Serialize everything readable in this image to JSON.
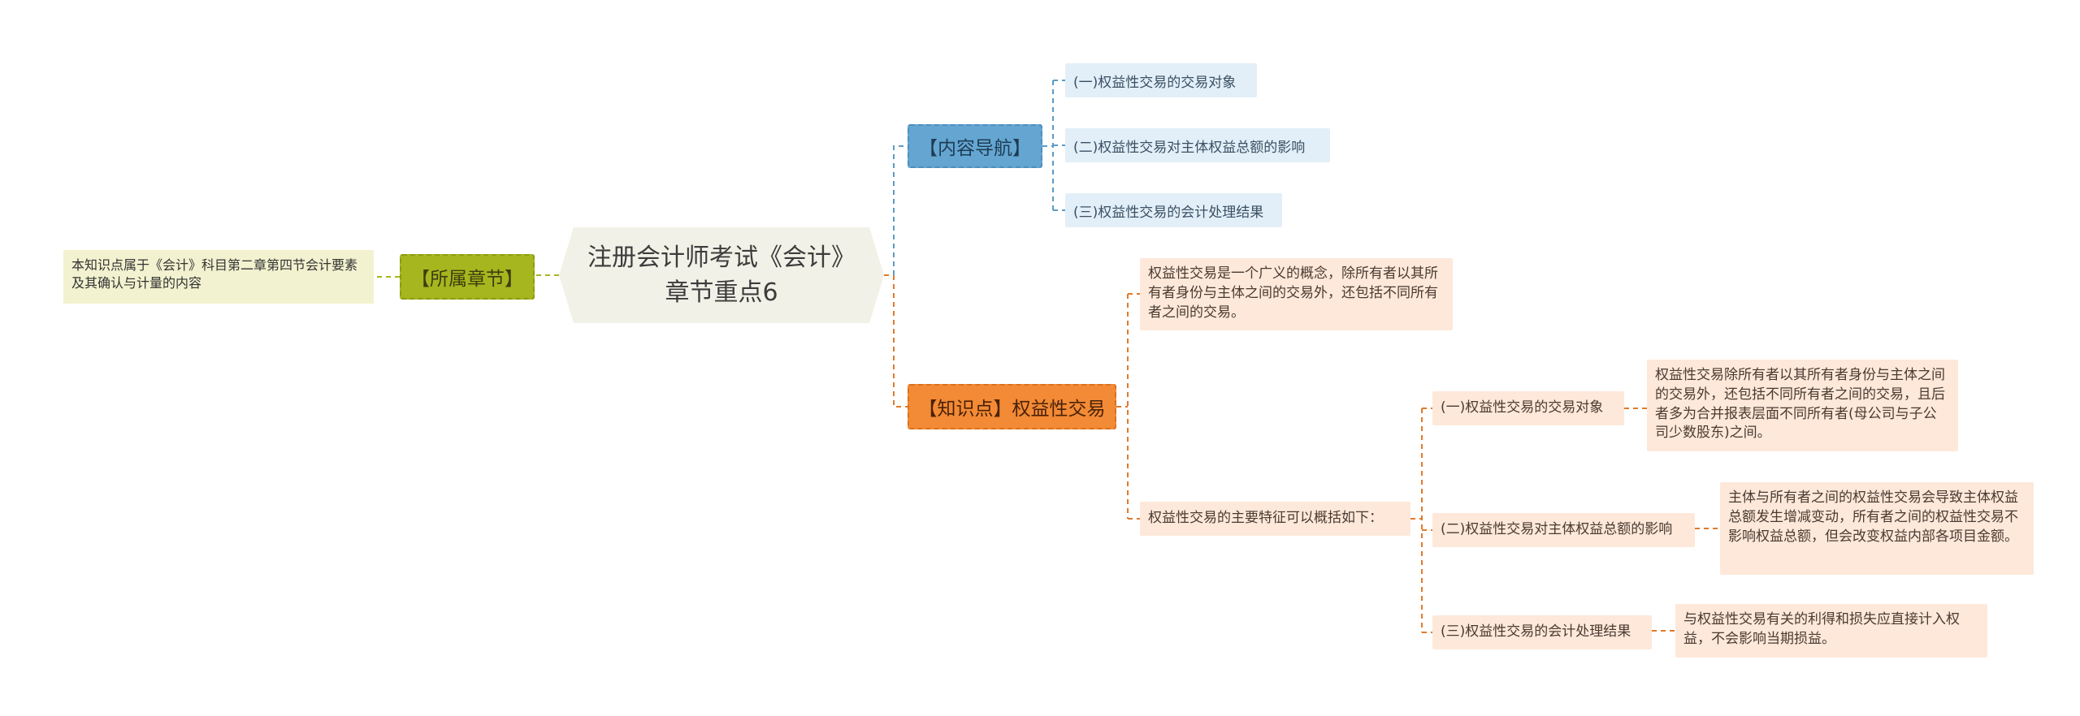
{
  "root": {
    "line1": "注册会计师考试《会计》",
    "line2": "章节重点6"
  },
  "chapter": {
    "label": "【所属章节】",
    "desc": "本知识点属于《会计》科目第二章第四节会计要素及其确认与计量的内容"
  },
  "nav": {
    "label": "【内容导航】",
    "items": [
      "(一)权益性交易的交易对象",
      "(二)权益性交易对主体权益总额的影响",
      "(三)权益性交易的会计处理结果"
    ]
  },
  "knowledge": {
    "label": "【知识点】权益性交易",
    "definition": "权益性交易是一个广义的概念，除所有者以其所有者身份与主体之间的交易外，还包括不同所有者之间的交易。",
    "features_label": "权益性交易的主要特征可以概括如下：",
    "features": [
      {
        "title": "(一)权益性交易的交易对象",
        "detail": "权益性交易除所有者以其所有者身份与主体之间的交易外，还包括不同所有者之间的交易，且后者多为合并报表层面不同所有者(母公司与子公司少数股东)之间。"
      },
      {
        "title": "(二)权益性交易对主体权益总额的影响",
        "detail": "主体与所有者之间的权益性交易会导致主体权益总额发生增减变动，所有者之间的权益性交易不影响权益总额，但会改变权益内部各项目金额。"
      },
      {
        "title": "(三)权益性交易的会计处理结果",
        "detail": "与权益性交易有关的利得和损失应直接计入权益，不会影响当期损益。"
      }
    ]
  },
  "colors": {
    "chapter": "#a6b61e",
    "nav": "#64a6d1",
    "knowledge": "#f38a35",
    "root_fill": "#f2f1e7"
  }
}
